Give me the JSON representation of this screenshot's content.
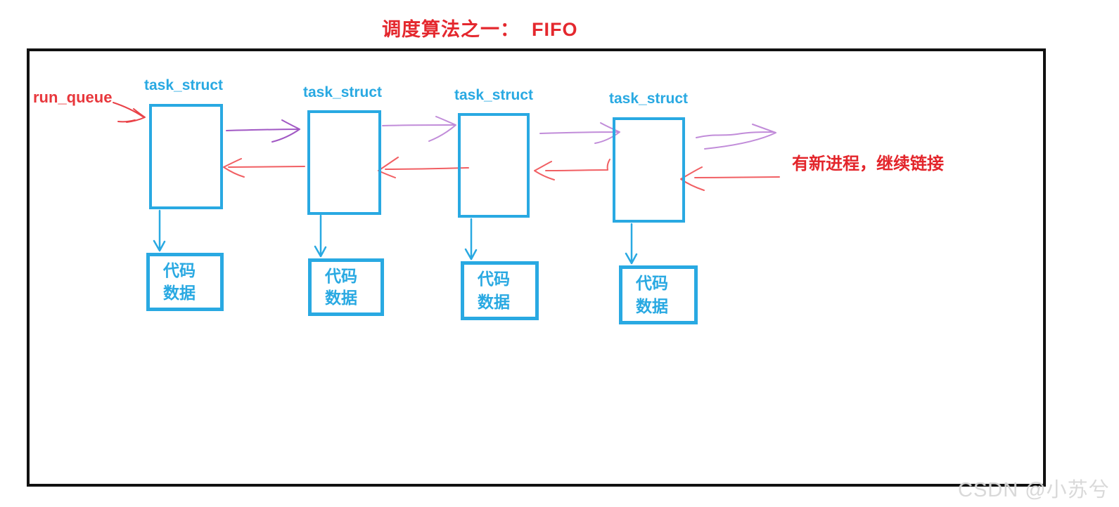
{
  "title": "调度算法之一：  FIFO",
  "labels": {
    "run_queue": "run_queue",
    "new_process_note": "有新进程，继续链接"
  },
  "diagram": {
    "nodes": [
      {
        "label": "task_struct",
        "memory": [
          "代码",
          "数据"
        ]
      },
      {
        "label": "task_struct",
        "memory": [
          "代码",
          "数据"
        ]
      },
      {
        "label": "task_struct",
        "memory": [
          "代码",
          "数据"
        ]
      },
      {
        "label": "task_struct",
        "memory": [
          "代码",
          "数据"
        ]
      }
    ]
  },
  "watermark": "CSDN @小苏兮",
  "colors": {
    "node_blue": "#29A9E2",
    "title_red": "#E4282E",
    "arrow_red": "#F15F63",
    "run_queue_arrow_red": "#E94248",
    "arrow_purple": "#A158C4",
    "arrow_purple_light": "#C18CD9",
    "frame_black": "#111111",
    "watermark_gray": "#D7D7D7"
  }
}
